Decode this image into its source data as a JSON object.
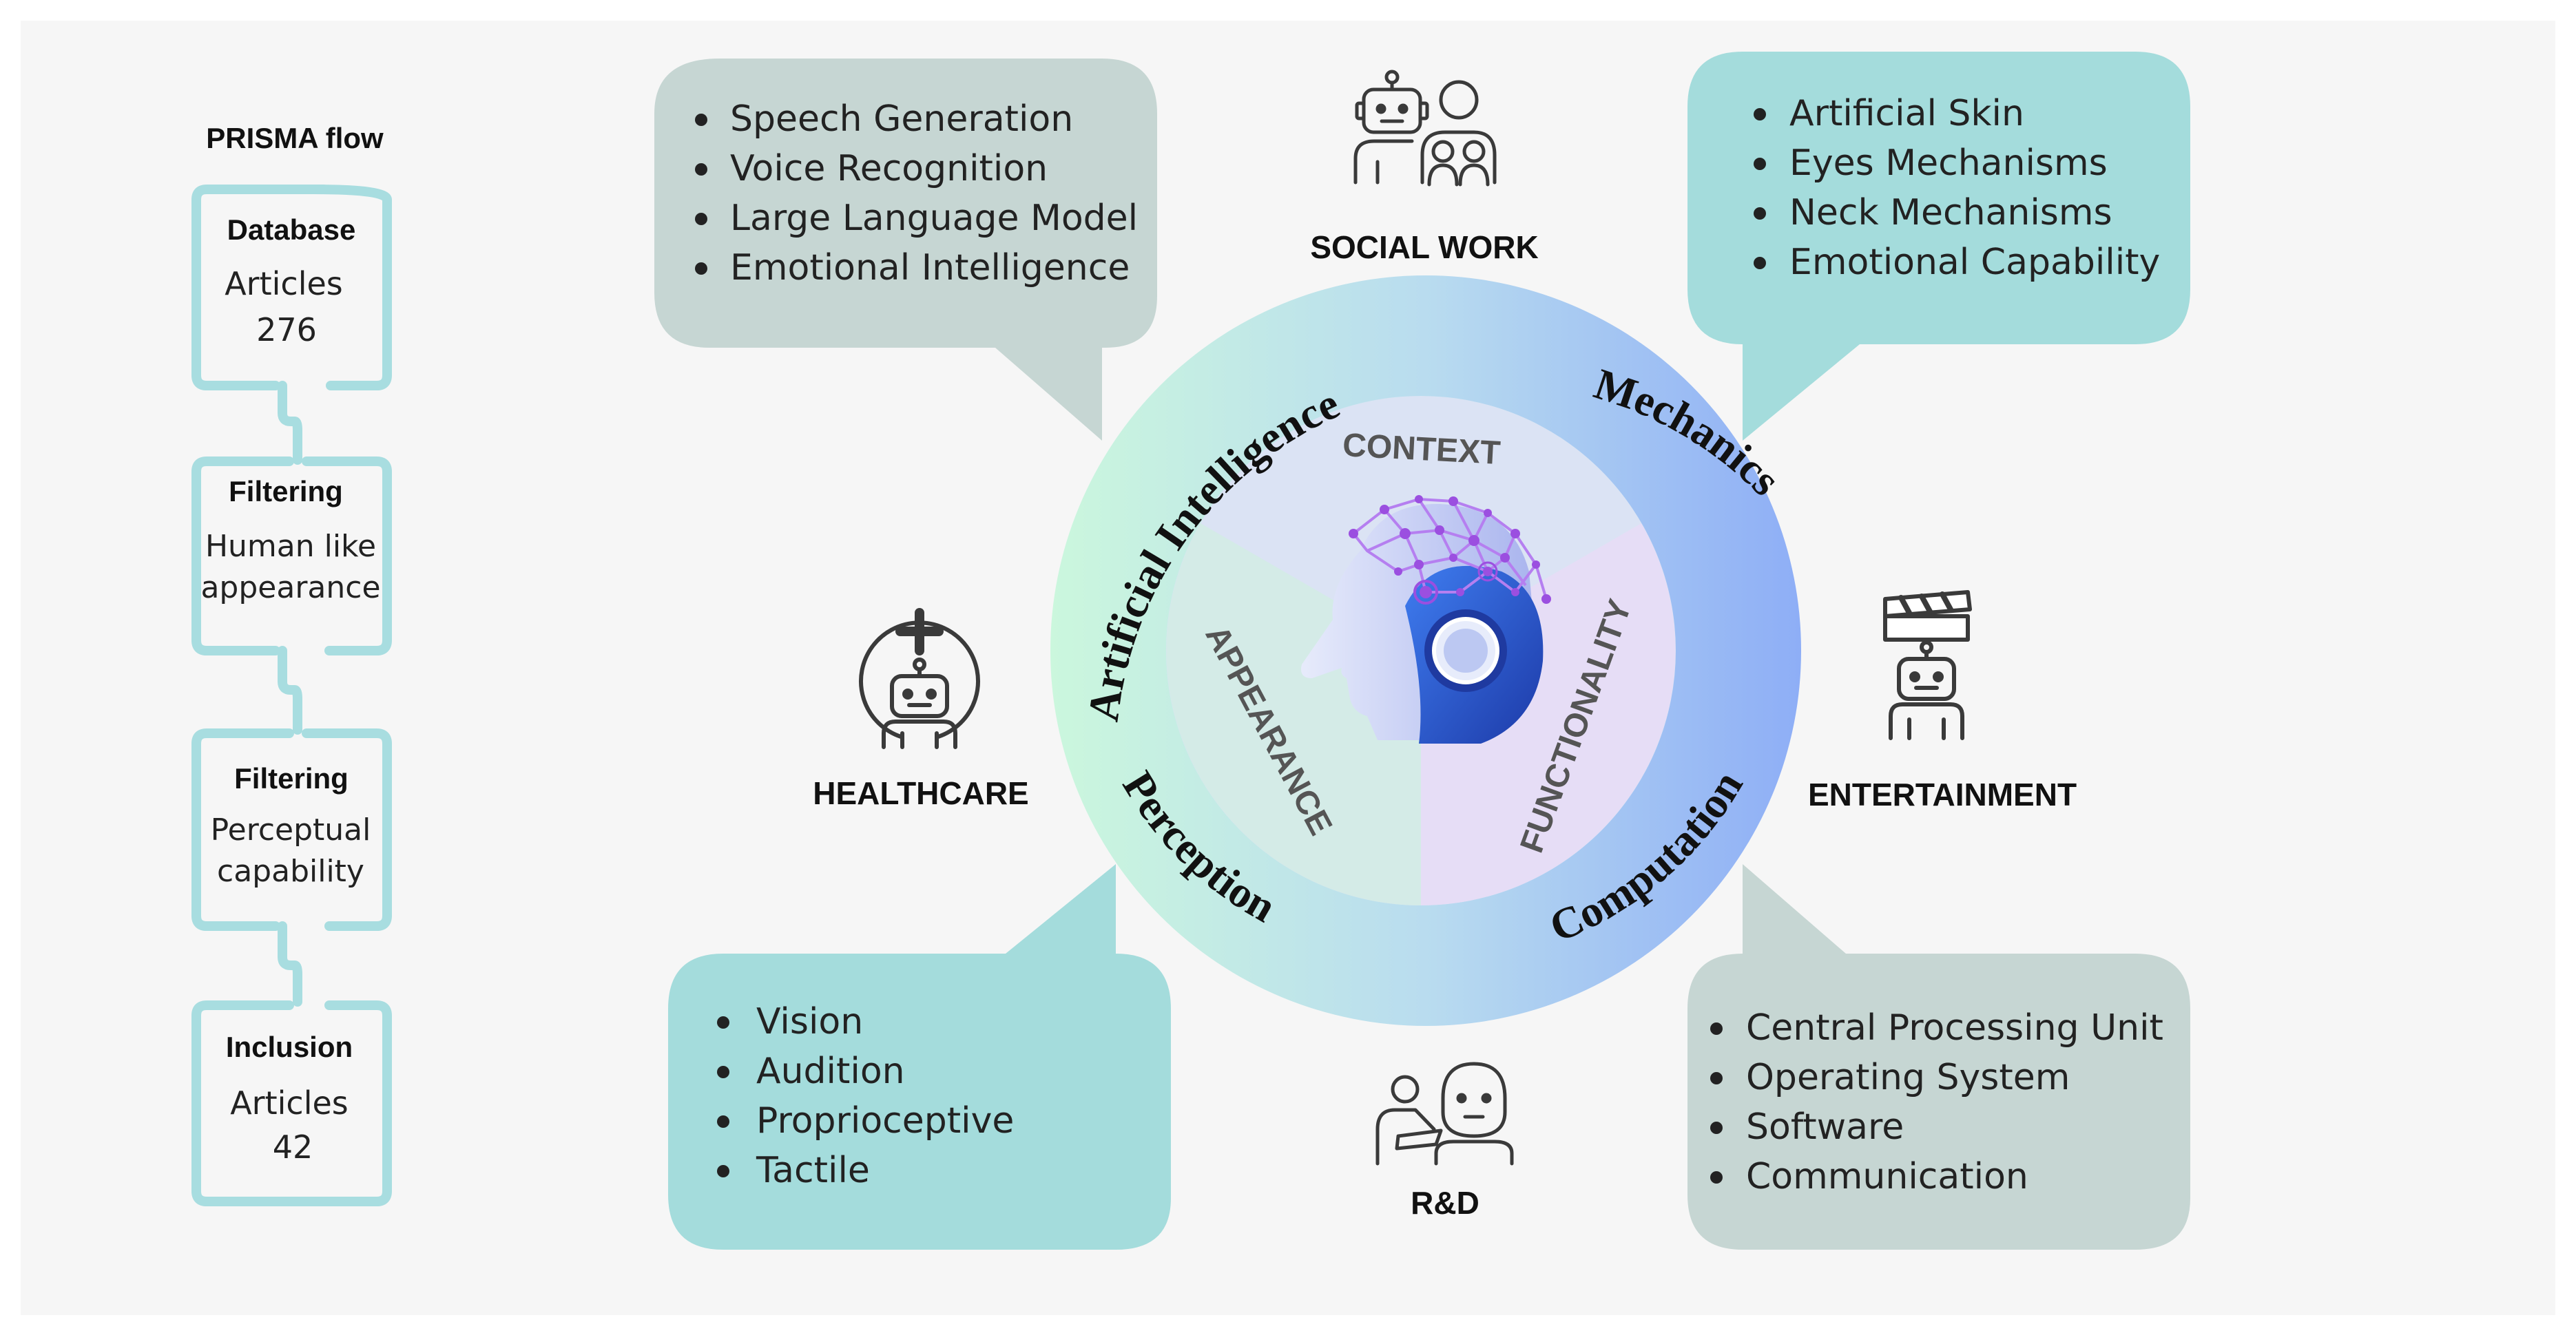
{
  "prisma": {
    "title": "PRISMA flow",
    "steps": [
      {
        "label": "Database",
        "line1": "Articles",
        "line2": "276"
      },
      {
        "label": "Filtering",
        "line1": "Human like",
        "line2": "appearance"
      },
      {
        "label": "Filtering",
        "line1": "Perceptual",
        "line2": "capability"
      },
      {
        "label": "Inclusion",
        "line1": "Articles",
        "line2": "42"
      }
    ]
  },
  "bubbles": {
    "artificial_intelligence": [
      "Speech Generation",
      "Voice Recognition",
      "Large Language Model",
      "Emotional Intelligence"
    ],
    "mechanics": [
      "Artificial Skin",
      "Eyes Mechanisms",
      "Neck Mechanisms",
      "Emotional Capability"
    ],
    "perception": [
      "Vision",
      "Audition",
      "Proprioceptive",
      "Tactile"
    ],
    "computation": [
      "Central Processing Unit",
      "Operating System",
      "Software",
      "Communication"
    ]
  },
  "ring": {
    "artificial_intelligence": "Artificial Intelligence",
    "mechanics": "Mechanics",
    "perception": "Perception",
    "computation": "Computation"
  },
  "inner": {
    "context": "CONTEXT",
    "appearance": "APPEARANCE",
    "functionality": "FUNCTIONALITY"
  },
  "domains": {
    "social_work": "SOCIAL WORK",
    "healthcare": "HEALTHCARE",
    "entertainment": "ENTERTAINMENT",
    "rd": "R&D"
  },
  "colors": {
    "prisma_border": "#a8dde0",
    "bubble_grey": "#c6d6d3",
    "bubble_teal": "#a4dcdc",
    "ring_green": "#c8f5de",
    "ring_blue": "#8fb1f6",
    "icon_stroke": "#3a3a3a",
    "brain_purple": "#9b4fe0",
    "head_blue": "#2d5bd6"
  }
}
